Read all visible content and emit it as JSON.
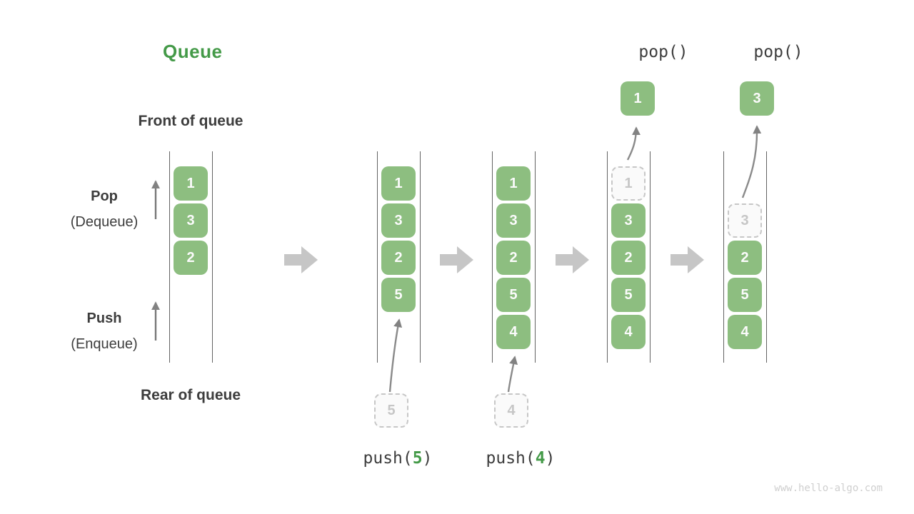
{
  "title": "Queue",
  "watermark": "www.hello-algo.com",
  "side_labels": {
    "front": "Front of queue",
    "rear": "Rear of queue",
    "pop": "Pop",
    "pop_sub": "(Dequeue)",
    "push": "Push",
    "push_sub": "(Enqueue)"
  },
  "colors": {
    "element_green": "#8dbe80",
    "accent_green": "#449a48",
    "dark_text": "#3d3d3d",
    "arrow_gray": "#828282",
    "block_arrow_gray": "#c6c6c6",
    "ghost_border": "#c7c7c7",
    "ghost_text": "#c6c6c6",
    "rail_gray": "#636363",
    "watermark_gray": "#cfcfcf"
  },
  "states": [
    {
      "name": "initial",
      "items": [
        {
          "v": "1",
          "style": "solid"
        },
        {
          "v": "3",
          "style": "solid"
        },
        {
          "v": "2",
          "style": "solid"
        }
      ]
    },
    {
      "name": "after-push-5",
      "items": [
        {
          "v": "1",
          "style": "solid"
        },
        {
          "v": "3",
          "style": "solid"
        },
        {
          "v": "2",
          "style": "solid"
        },
        {
          "v": "5",
          "style": "solid"
        }
      ]
    },
    {
      "name": "after-push-4",
      "items": [
        {
          "v": "1",
          "style": "solid"
        },
        {
          "v": "3",
          "style": "solid"
        },
        {
          "v": "2",
          "style": "solid"
        },
        {
          "v": "5",
          "style": "solid"
        },
        {
          "v": "4",
          "style": "solid"
        }
      ]
    },
    {
      "name": "popping-1",
      "items": [
        {
          "v": "1",
          "style": "ghost"
        },
        {
          "v": "3",
          "style": "solid"
        },
        {
          "v": "2",
          "style": "solid"
        },
        {
          "v": "5",
          "style": "solid"
        },
        {
          "v": "4",
          "style": "solid"
        }
      ]
    },
    {
      "name": "popping-3",
      "start_row": 1,
      "items": [
        {
          "v": "3",
          "style": "ghost"
        },
        {
          "v": "2",
          "style": "solid"
        },
        {
          "v": "5",
          "style": "solid"
        },
        {
          "v": "4",
          "style": "solid"
        }
      ]
    }
  ],
  "push_ops": [
    {
      "call": "push(",
      "arg": "5",
      "close": ")",
      "staged_value": "5"
    },
    {
      "call": "push(",
      "arg": "4",
      "close": ")",
      "staged_value": "4"
    }
  ],
  "pop_ops": [
    {
      "call": "pop()",
      "popped_value": "1"
    },
    {
      "call": "pop()",
      "popped_value": "3"
    }
  ]
}
